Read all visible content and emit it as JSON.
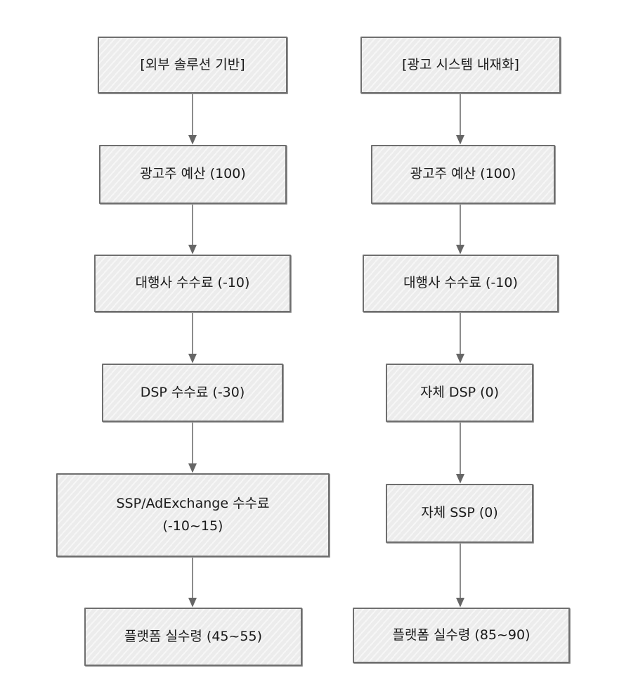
{
  "diagram": {
    "left_column": {
      "header": "[외부 솔루션 기반]",
      "steps": [
        "광고주 예산 (100)",
        "대행사 수수료 (-10)",
        "DSP 수수료 (-30)",
        "SSP/AdExchange 수수료\n(-10~15)",
        "플랫폼 실수령 (45~55)"
      ]
    },
    "right_column": {
      "header": "[광고 시스템 내재화]",
      "steps": [
        "광고주 예산 (100)",
        "대행사 수수료 (-10)",
        "자체 DSP (0)",
        "자체 SSP (0)",
        "플랫폼 실수령 (85~90)"
      ]
    }
  }
}
